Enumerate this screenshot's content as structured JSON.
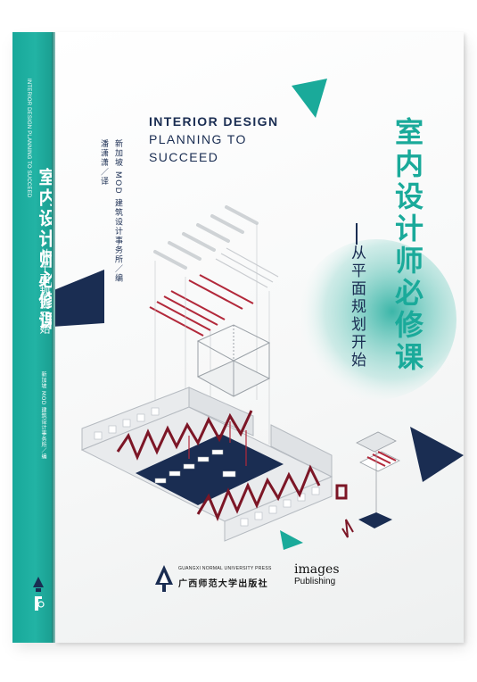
{
  "spine": {
    "english_title": "INTERIOR DESIGN PLANNING TO SUCCEED",
    "chinese_title": "室内设计师必修课",
    "subtitle": "从平面规划开始",
    "authors": "新加坡 MOD 建筑设计事务所／编"
  },
  "cover": {
    "english_title_line1": "INTERIOR DESIGN",
    "english_title_line2": "PLANNING TO",
    "english_title_line3": "SUCCEED",
    "translator_credit": "潘潇潇／译",
    "editor_credit": "新加坡 MOD 建筑设计事务所／编",
    "chinese_title": "室内设计师必修课",
    "subtitle": "从平面规划开始"
  },
  "publisher": {
    "english_name": "GUANGXI NORMAL UNIVERSITY PRESS",
    "chinese_name": "广西师范大学出版社",
    "imprint_line1": "images",
    "imprint_line2": "Publishing"
  },
  "colors": {
    "teal": "#1aaa9a",
    "navy": "#1a2d52",
    "crimson": "#8b1c2c",
    "spine": "#22b3a4"
  }
}
